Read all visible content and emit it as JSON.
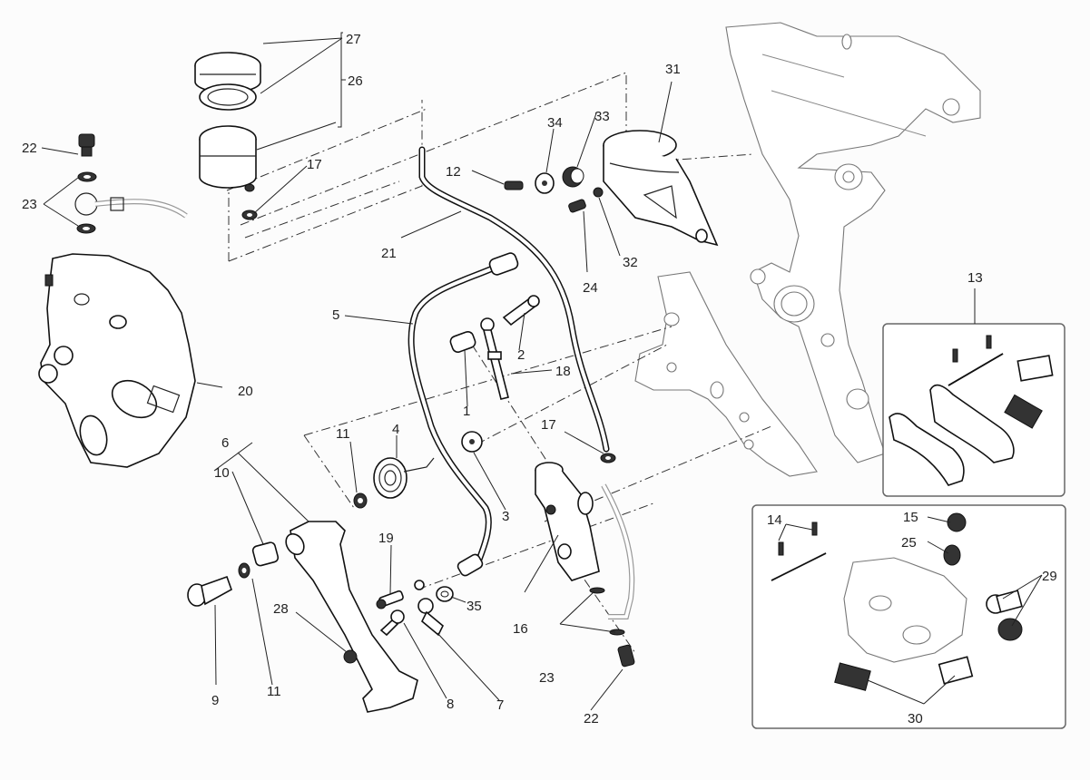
{
  "diagram": {
    "title": "Rear brake system exploded parts diagram",
    "callouts": {
      "c1": "1",
      "c2": "2",
      "c3": "3",
      "c4": "4",
      "c5": "5",
      "c6": "6",
      "c7": "7",
      "c8": "8",
      "c9": "9",
      "c10": "10",
      "c11a": "11",
      "c11b": "11",
      "c12": "12",
      "c13": "13",
      "c14": "14",
      "c15": "15",
      "c16": "16",
      "c17a": "17",
      "c17b": "17",
      "c18": "18",
      "c19": "19",
      "c20": "20",
      "c21": "21",
      "c22a": "22",
      "c22b": "22",
      "c23a": "23",
      "c23b": "23",
      "c24": "24",
      "c25": "25",
      "c26": "26",
      "c27": "27",
      "c28": "28",
      "c29": "29",
      "c30": "30",
      "c31": "31",
      "c32": "32",
      "c33": "33",
      "c34": "34",
      "c35": "35"
    },
    "insets": {
      "pad_kit": {
        "callout": "13",
        "contents": "brake pads, pin, clips, spring plate"
      },
      "caliper_kit": {
        "callouts": [
          "14",
          "15",
          "25",
          "29",
          "30"
        ]
      }
    },
    "components": [
      "reservoir-cap",
      "reservoir-seal",
      "reservoir",
      "reservoir-bracket",
      "reservoir-hose",
      "rear-caliper",
      "brake-pedal",
      "return-spring",
      "master-cylinder",
      "brake-line",
      "pushrod",
      "banjo-bolt",
      "frame-plate"
    ]
  }
}
